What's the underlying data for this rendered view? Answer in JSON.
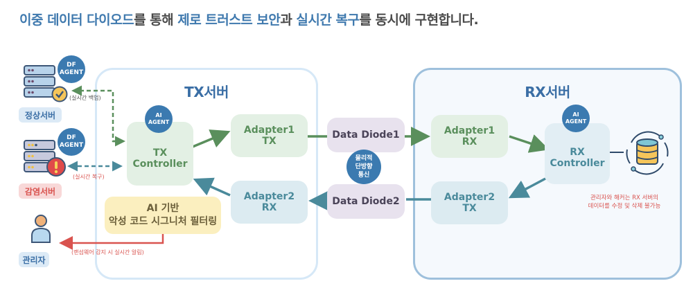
{
  "headline": {
    "parts": [
      {
        "text": "이중 데이터 다이오드",
        "highlight": true
      },
      {
        "text": "를 통해 ",
        "highlight": false
      },
      {
        "text": "제로 트러스트 보안",
        "highlight": true
      },
      {
        "text": "과 ",
        "highlight": false
      },
      {
        "text": "실시간 복구",
        "highlight": true
      },
      {
        "text": "를 동시에 구현합니다.",
        "highlight": false
      }
    ]
  },
  "colors": {
    "accent_blue": "#3f79ae",
    "green": "#5a8f5c",
    "teal": "#4a8a9b",
    "red": "#d9534f",
    "badge": "#3b7ab0"
  },
  "left_column": {
    "normal_server": {
      "label": "정상서버",
      "badge": "DF\nAGENT",
      "status_icon": "check-icon"
    },
    "infected_server": {
      "label": "감염서버",
      "badge": "DF\nAGENT",
      "status_icon": "alert-icon"
    },
    "admin": {
      "label": "관리자",
      "icon": "user-icon"
    },
    "backup_label": "(실시간 백업)",
    "recovery_label": "(실시간 복구)",
    "alert_label": "(랜섬웨어 감지 시 실시간 알림)"
  },
  "tx_server": {
    "title": "TX서버",
    "controller": {
      "line1": "TX",
      "line2": "Controller",
      "badge": "AI\nAGENT"
    },
    "adapter1": {
      "line1": "Adapter1",
      "line2": "TX"
    },
    "adapter2": {
      "line1": "Adapter2",
      "line2": "RX"
    },
    "ai_filter": {
      "line1": "AI 기반",
      "line2": "악성 코드 시그니처 필터링"
    }
  },
  "diodes": {
    "diode1": "Data Diode1",
    "diode2": "Data Diode2",
    "badge": "물리적\n단방향\n통신"
  },
  "rx_server": {
    "title": "RX서버",
    "controller": {
      "line1": "RX",
      "line2": "Controller",
      "badge": "AI\nAGENT"
    },
    "adapter1": {
      "line1": "Adapter1",
      "line2": "RX"
    },
    "adapter2": {
      "line1": "Adapter2",
      "line2": "TX"
    },
    "storage_icon": "database-sync-icon",
    "warning": {
      "line1": "관리자와 해커는 RX 서버의",
      "line2": "데이터를 수정 및 삭제 불가능"
    }
  }
}
